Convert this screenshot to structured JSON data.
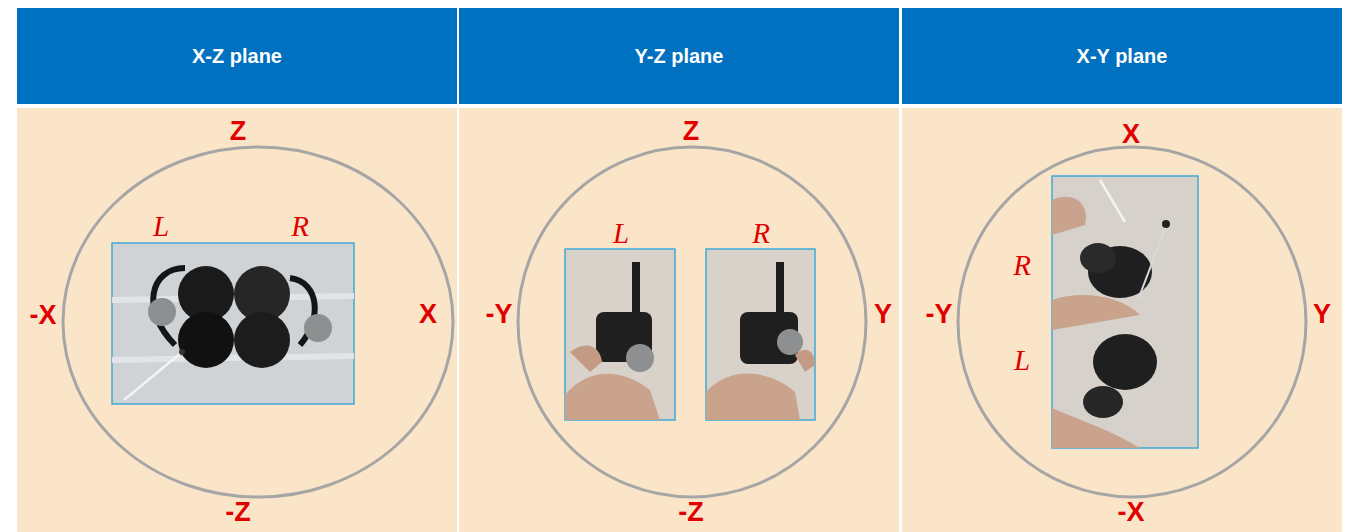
{
  "diagram": {
    "nodes": [
      {
        "text": [
          "X-Z plane"
        ]
      },
      {
        "text": [
          "Y-Z plane"
        ]
      },
      {
        "text": [
          "X-Y plane"
        ]
      }
    ],
    "labels": [
      "Z",
      "-X",
      "X",
      "-Z",
      "L",
      "R",
      "Z",
      "-Y",
      "Y",
      "-Z",
      "L",
      "R",
      "X",
      "-Y",
      "Y",
      "-X",
      "R",
      "L"
    ]
  }
}
